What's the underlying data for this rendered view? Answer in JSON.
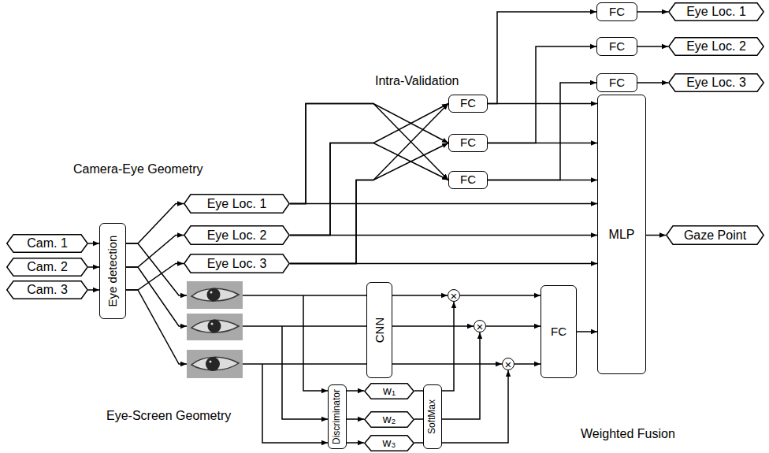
{
  "diagram": {
    "nodes": [
      {
        "text": [
          "Cam. 1"
        ]
      },
      {
        "text": [
          "Cam. 2"
        ]
      },
      {
        "text": [
          "Cam. 3"
        ]
      },
      {
        "text": [
          "Eye detection"
        ]
      },
      {
        "text": [
          "Eye Loc. 1"
        ]
      },
      {
        "text": [
          "Eye Loc. 2"
        ]
      },
      {
        "text": [
          "Eye Loc. 3"
        ]
      },
      {
        "text": [
          "FC"
        ]
      },
      {
        "text": [
          "FC"
        ]
      },
      {
        "text": [
          "FC"
        ]
      },
      {
        "text": [
          "FC"
        ]
      },
      {
        "text": [
          "FC"
        ]
      },
      {
        "text": [
          "FC"
        ]
      },
      {
        "text": [
          "Eye Loc. 1"
        ]
      },
      {
        "text": [
          "Eye Loc. 2"
        ]
      },
      {
        "text": [
          "Eye Loc. 3"
        ]
      },
      {
        "text": [
          "CNN"
        ]
      },
      {
        "text": [
          "Discriminator"
        ]
      },
      {
        "text": [
          "w₁"
        ]
      },
      {
        "text": [
          "w₂"
        ]
      },
      {
        "text": [
          "w₃"
        ]
      },
      {
        "text": [
          "SoftMax"
        ]
      },
      {
        "text": [
          "×"
        ]
      },
      {
        "text": [
          "×"
        ]
      },
      {
        "text": [
          "×"
        ]
      },
      {
        "text": [
          "FC"
        ]
      },
      {
        "text": [
          "MLP"
        ]
      },
      {
        "text": [
          "Gaze Point"
        ]
      }
    ],
    "edges": [
      {
        "from": 0,
        "to": 3,
        "arrow": "to"
      },
      {
        "from": 1,
        "to": 3,
        "arrow": "to"
      },
      {
        "from": 2,
        "to": 3,
        "arrow": "to"
      },
      {
        "from": 3,
        "to": 4,
        "arrow": "to"
      },
      {
        "from": 3,
        "to": 5,
        "arrow": "to"
      },
      {
        "from": 3,
        "to": 6,
        "arrow": "to"
      },
      {
        "from": 4,
        "to": 8,
        "arrow": "to"
      },
      {
        "from": 4,
        "to": 9,
        "arrow": "to"
      },
      {
        "from": 5,
        "to": 7,
        "arrow": "to"
      },
      {
        "from": 5,
        "to": 9,
        "arrow": "to"
      },
      {
        "from": 6,
        "to": 7,
        "arrow": "to"
      },
      {
        "from": 6,
        "to": 8,
        "arrow": "to"
      },
      {
        "from": 4,
        "to": 26,
        "arrow": "to"
      },
      {
        "from": 5,
        "to": 26,
        "arrow": "to"
      },
      {
        "from": 6,
        "to": 26,
        "arrow": "to"
      },
      {
        "from": 7,
        "to": 10,
        "arrow": "to"
      },
      {
        "from": 8,
        "to": 11,
        "arrow": "to"
      },
      {
        "from": 9,
        "to": 12,
        "arrow": "to"
      },
      {
        "from": 7,
        "to": 26,
        "arrow": "to"
      },
      {
        "from": 8,
        "to": 26,
        "arrow": "to"
      },
      {
        "from": 9,
        "to": 26,
        "arrow": "to"
      },
      {
        "from": 10,
        "to": 13,
        "arrow": "to"
      },
      {
        "from": 11,
        "to": 14,
        "arrow": "to"
      },
      {
        "from": 12,
        "to": 15,
        "arrow": "to"
      },
      {
        "from": 16,
        "to": 22,
        "arrow": "to"
      },
      {
        "from": 16,
        "to": 23,
        "arrow": "to"
      },
      {
        "from": 16,
        "to": 24,
        "arrow": "to"
      },
      {
        "from": 17,
        "to": 18,
        "arrow": "to"
      },
      {
        "from": 17,
        "to": 19,
        "arrow": "to"
      },
      {
        "from": 17,
        "to": 20,
        "arrow": "to"
      },
      {
        "from": 18,
        "to": 21,
        "arrow": "none"
      },
      {
        "from": 19,
        "to": 21,
        "arrow": "none"
      },
      {
        "from": 20,
        "to": 21,
        "arrow": "none"
      },
      {
        "from": 21,
        "to": 22,
        "arrow": "to"
      },
      {
        "from": 21,
        "to": 23,
        "arrow": "to"
      },
      {
        "from": 21,
        "to": 24,
        "arrow": "to"
      },
      {
        "from": 22,
        "to": 25,
        "arrow": "to"
      },
      {
        "from": 23,
        "to": 25,
        "arrow": "to"
      },
      {
        "from": 24,
        "to": 25,
        "arrow": "to"
      },
      {
        "from": 25,
        "to": 26,
        "arrow": "to"
      },
      {
        "from": 26,
        "to": 27,
        "arrow": "to"
      }
    ],
    "labels": [
      "Intra-Validation",
      "Camera-Eye Geometry",
      "Eye-Screen Geometry",
      "Weighted Fusion"
    ]
  }
}
